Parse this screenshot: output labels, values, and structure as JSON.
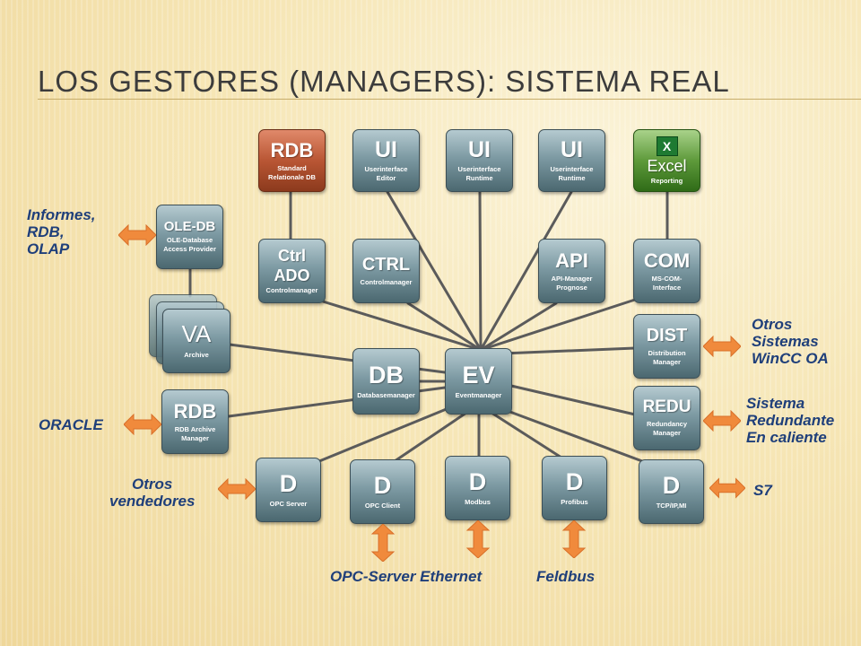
{
  "title": "Los gestores (managers): sistema real",
  "nodes": {
    "rdb_top": {
      "title": "RDB",
      "sub": "Standard Relationale DB"
    },
    "ui_editor": {
      "title": "UI",
      "sub": "Userinterface Editor"
    },
    "ui_runtime1": {
      "title": "UI",
      "sub": "Userinterface Runtime"
    },
    "ui_runtime2": {
      "title": "UI",
      "sub": "Userinterface Runtime"
    },
    "excel": {
      "title": "Excel",
      "sub": "Reporting",
      "icon": "X"
    },
    "oledb": {
      "title": "OLE-DB",
      "sub": "OLE-Database Access Provider"
    },
    "ctrl_ado": {
      "title1": "Ctrl",
      "title2": "ADO",
      "sub": "Controlmanager"
    },
    "ctrl": {
      "title": "CTRL",
      "sub": "Controlmanager"
    },
    "api": {
      "title": "API",
      "sub": "API-Manager Prognose"
    },
    "com": {
      "title": "COM",
      "sub": "MS-COM-Interface"
    },
    "va": {
      "title": "VA",
      "sub": "Archive"
    },
    "dist": {
      "title": "DIST",
      "sub": "Distribution Manager"
    },
    "db": {
      "title": "DB",
      "sub": "Databasemanager"
    },
    "ev": {
      "title": "EV",
      "sub": "Eventmanager"
    },
    "rdb_archive": {
      "title": "RDB",
      "sub": "RDB Archive Manager"
    },
    "redu": {
      "title": "REDU",
      "sub": "Redundancy Manager"
    },
    "d_opc_server": {
      "title": "D",
      "sub": "OPC Server"
    },
    "d_opc_client": {
      "title": "D",
      "sub": "OPC Client"
    },
    "d_modbus": {
      "title": "D",
      "sub": "Modbus"
    },
    "d_profibus": {
      "title": "D",
      "sub": "Profibus"
    },
    "d_tcpip": {
      "title": "D",
      "sub": "TCP/IP,MI"
    }
  },
  "labels": {
    "informes": [
      "Informes,",
      "RDB,",
      "OLAP"
    ],
    "otros_sistemas": [
      "Otros",
      "Sistemas",
      "WinCC OA"
    ],
    "oracle": "ORACLE",
    "sistema_redundante": [
      "Sistema",
      "Redundante",
      "En caliente"
    ],
    "otros_vendedores": [
      "Otros",
      "vendedores"
    ],
    "s7": "S7",
    "bottom_opc_ethernet": "OPC-Server Ethernet",
    "bottom_feldbus": "Feldbus"
  },
  "colors": {
    "node_blue": "#7d9aa3",
    "node_rdb": "#b95634",
    "node_excel": "#5e9a3b",
    "arrow": "#f08a3c",
    "label_text": "#1f3f7a",
    "title_text": "#3c3c3c"
  }
}
